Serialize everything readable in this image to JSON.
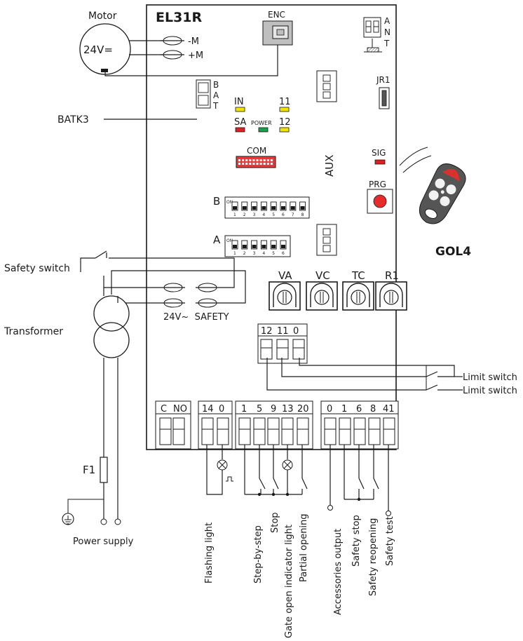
{
  "board": {
    "title": "EL31R",
    "enc": "ENC",
    "ant": [
      "A",
      "N",
      "T"
    ],
    "bat": [
      "B",
      "A",
      "T"
    ],
    "jr1": "JR1",
    "com": "COM",
    "aux": "AUX",
    "sig": "SIG",
    "prg": "PRG"
  },
  "leds": {
    "in": "IN",
    "sa": "SA",
    "power": "POWER",
    "l11": "11",
    "l12": "12"
  },
  "dip": {
    "b": "B",
    "a": "A",
    "on": "ON",
    "b_nums": [
      "1",
      "2",
      "3",
      "4",
      "5",
      "6",
      "7",
      "8"
    ],
    "a_nums": [
      "1",
      "2",
      "3",
      "4",
      "5",
      "6"
    ]
  },
  "trimmers": [
    "VA",
    "VC",
    "TC",
    "R1"
  ],
  "motor": {
    "label": "Motor",
    "voltage": "24V=",
    "minus": "-M",
    "plus": "+M"
  },
  "left": {
    "batk3": "BATK3",
    "safety_switch": "Safety switch",
    "transformer": "Transformer",
    "f1": "F1",
    "power_supply": "Power supply",
    "supply_labels": "24V~  SAFETY"
  },
  "remote": {
    "label": "GOL4"
  },
  "limit_block": {
    "nums": [
      "12",
      "11",
      "0"
    ],
    "limit1": "Limit switch",
    "limit2": "Limit switch"
  },
  "terminals": {
    "cno": [
      "C",
      "NO"
    ],
    "flash": [
      "14",
      "0"
    ],
    "cmd": [
      "1",
      "5",
      "9",
      "13",
      "20"
    ],
    "acc": [
      "0",
      "1",
      "6",
      "8",
      "41"
    ]
  },
  "bottom_labels": {
    "flashing_light": "Flashing light",
    "step_by_step": "Step-by-step",
    "stop": "Stop",
    "gate_open": "Gate open indicator light",
    "partial_opening": "Partial opening",
    "accessories_output": "Accessories output",
    "safety_stop": "Safety stop",
    "safety_reopening": "Safety reopening",
    "safety_test": "Safety test"
  },
  "colors": {
    "led_yellow": "#f2e400",
    "led_red": "#e02020",
    "led_green": "#1aa04a",
    "connector_red": "#e8393a",
    "prg_red": "#e52b2b",
    "remote_red": "#d9322e"
  }
}
